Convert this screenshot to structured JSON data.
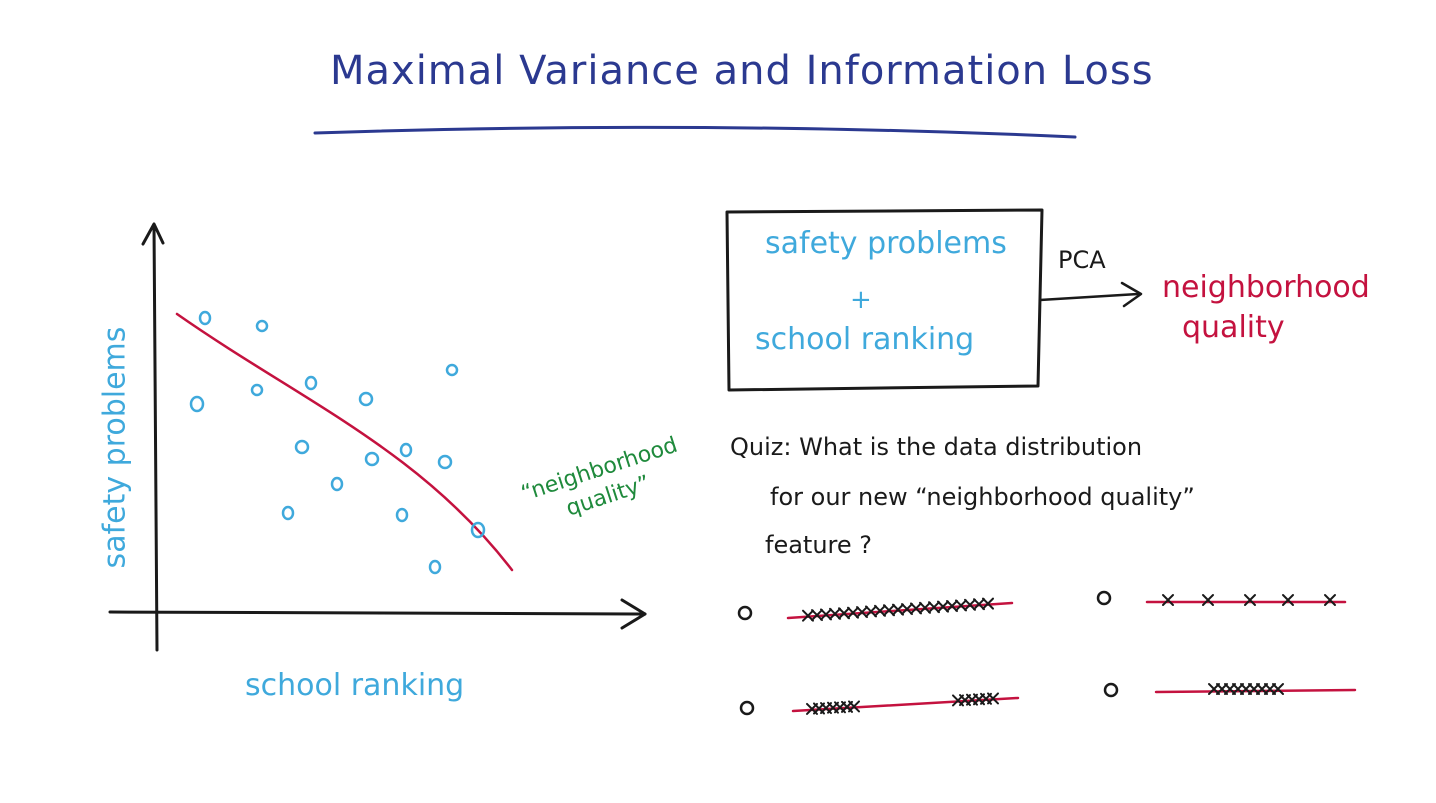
{
  "title": "Maximal Variance and Information Loss",
  "colors": {
    "title": "#2b3990",
    "features": "#3fa9dc",
    "pca_line": "#c4123f",
    "annotation": "#1f8a3c",
    "ink": "#1a1a1a"
  },
  "scatter": {
    "xlabel": "school ranking",
    "ylabel": "safety problems",
    "line_label_1": "“neighborhood",
    "line_label_2": "quality”"
  },
  "pca_box": {
    "line1": "safety problems",
    "plus": "+",
    "line2": "school ranking",
    "arrow_label": "PCA",
    "output_1": "neighborhood",
    "output_2": "quality"
  },
  "quiz": {
    "line1": "Quiz: What is the data distribution",
    "line2": "for our new “neighborhood quality”",
    "line3": "feature ?"
  },
  "options": [
    {
      "bullet": "o",
      "pattern": "dense-uniform"
    },
    {
      "bullet": "o",
      "pattern": "sparse-uniform"
    },
    {
      "bullet": "o",
      "pattern": "two-clusters"
    },
    {
      "bullet": "o",
      "pattern": "single-cluster"
    }
  ],
  "icons": [
    "arrow-right-icon",
    "axis-arrow-icon"
  ]
}
